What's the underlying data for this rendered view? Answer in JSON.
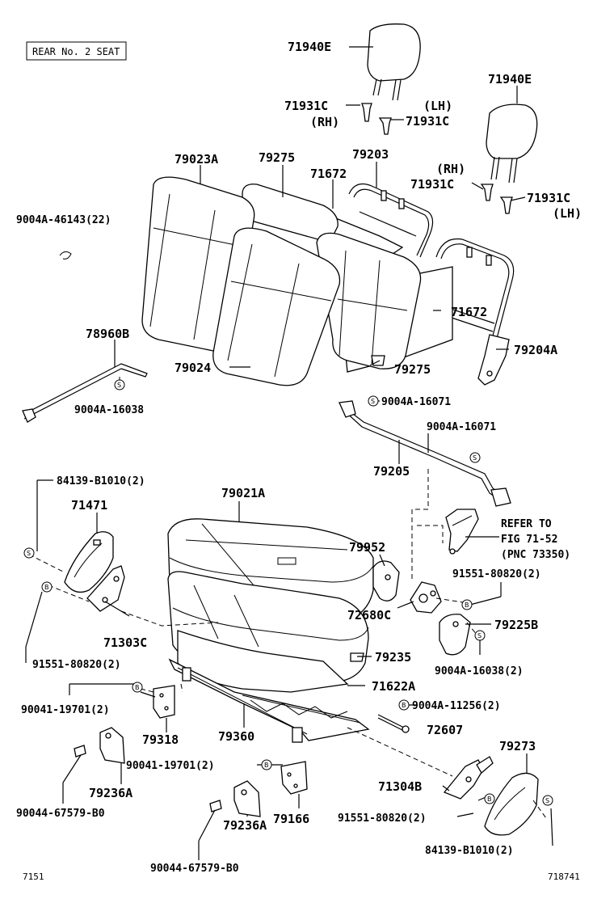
{
  "header": {
    "section_label": "REAR No. 2 SEAT"
  },
  "footer": {
    "left_code": "7151",
    "right_code": "718741"
  },
  "callouts": {
    "c71940E_a": "71940E",
    "c71940E_b": "71940E",
    "c71931C_a": "71931C",
    "c71931C_a_side": "(RH)",
    "c71931C_b": "71931C",
    "c71931C_b_side": "(LH)",
    "c71931C_c": "71931C",
    "c71931C_c_side": "(RH)",
    "c71931C_d": "71931C",
    "c71931C_d_side": "(LH)",
    "c79023A": "79023A",
    "c79275_a": "79275",
    "c71672_a": "71672",
    "c79203": "79203",
    "c9004A_46143": "9004A-46143(22)",
    "c71672_b": "71672",
    "c79204A": "79204A",
    "c78960B": "78960B",
    "c79024": "79024",
    "c79275_b": "79275",
    "c9004A_16071_a": "9004A-16071",
    "c9004A_16038_a": "9004A-16038",
    "c9004A_16071_b": "9004A-16071",
    "c79205": "79205",
    "c84139_B1010_a": "84139-B1010(2)",
    "c79021A": "79021A",
    "c71471": "71471",
    "c refer_1": "REFER TO",
    "c_refer_2": "FIG 71-52",
    "c_refer_3": "(PNC 73350)",
    "c79952": "79952",
    "c91551_80820_a": "91551-80820(2)",
    "c71303C": "71303C",
    "c72680C": "72680C",
    "c79225B": "79225B",
    "c91551_80820_b": "91551-80820(2)",
    "c79235": "79235",
    "c9004A_16038_b": "9004A-16038(2)",
    "c71622A": "71622A",
    "c90041_19701_a": "90041-19701(2)",
    "c9004A_11256": "9004A-11256(2)",
    "c79318": "79318",
    "c79360": "79360",
    "c72607": "72607",
    "c79273": "79273",
    "c90041_19701_b": "90041-19701(2)",
    "c79236A_a": "79236A",
    "c71304B": "71304B",
    "c90044_67579_a": "90044-67579-B0",
    "c79166": "79166",
    "c91551_80820_c": "91551-80820(2)",
    "c79236A_b": "79236A",
    "c84139_B1010_b": "84139-B1010(2)",
    "c90044_67579_b": "90044-67579-B0"
  },
  "symbols": {
    "screw": "S",
    "bolt": "B"
  }
}
